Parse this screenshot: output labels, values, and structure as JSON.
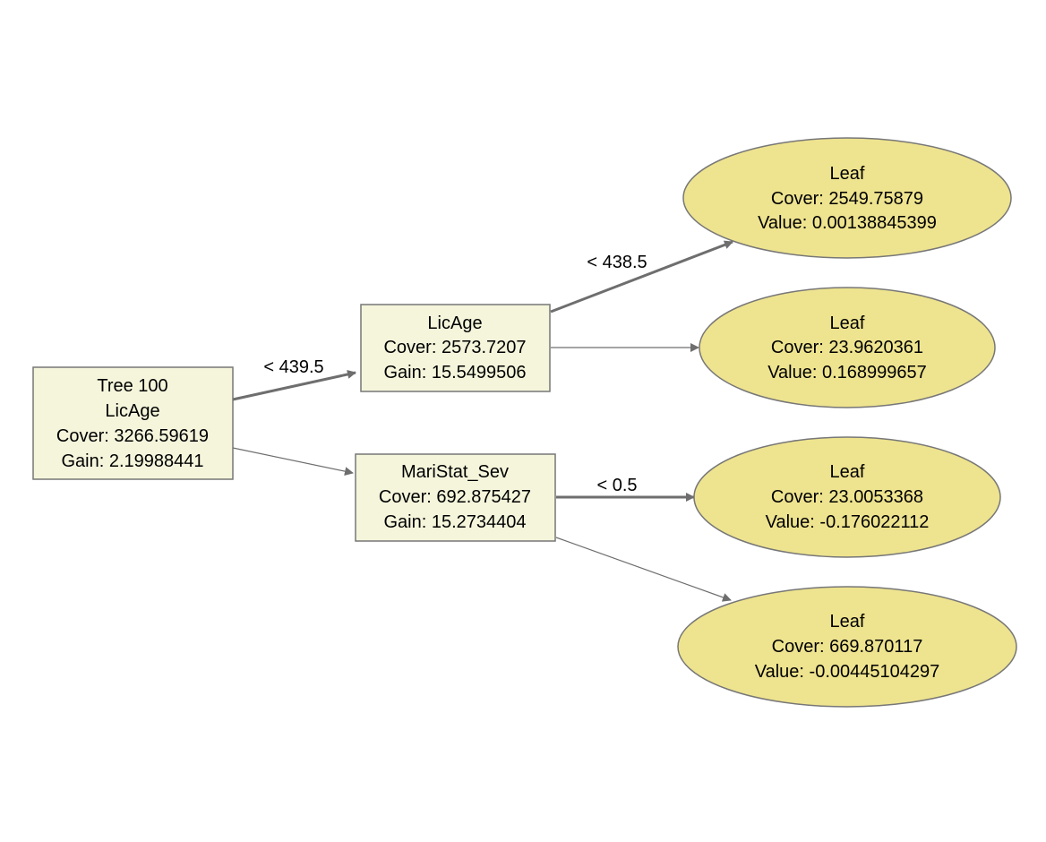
{
  "colors": {
    "split_fill": "#f5f5dc",
    "leaf_fill": "#eee38f",
    "stroke": "#777777",
    "edge": "#6e6e6e"
  },
  "nodes": {
    "root": {
      "lines": [
        "Tree 100",
        "LicAge",
        "Cover: 3266.59619",
        "Gain: 2.19988441"
      ]
    },
    "split_licage": {
      "lines": [
        "LicAge",
        "Cover: 2573.7207",
        "Gain: 15.5499506"
      ]
    },
    "split_maristat": {
      "lines": [
        "MariStat_Sev",
        "Cover: 692.875427",
        "Gain: 15.2734404"
      ]
    },
    "leaf_1": {
      "lines": [
        "Leaf",
        "Cover: 2549.75879",
        "Value: 0.00138845399"
      ]
    },
    "leaf_2": {
      "lines": [
        "Leaf",
        "Cover: 23.9620361",
        "Value: 0.168999657"
      ]
    },
    "leaf_3": {
      "lines": [
        "Leaf",
        "Cover: 23.0053368",
        "Value: -0.176022112"
      ]
    },
    "leaf_4": {
      "lines": [
        "Leaf",
        "Cover: 669.870117",
        "Value: -0.00445104297"
      ]
    }
  },
  "edges": {
    "root_to_licage": {
      "label": "< 439.5"
    },
    "root_to_maristat": {
      "label": ""
    },
    "licage_to_leaf1": {
      "label": "< 438.5"
    },
    "licage_to_leaf2": {
      "label": ""
    },
    "maristat_to_leaf3": {
      "label": "< 0.5"
    },
    "maristat_to_leaf4": {
      "label": ""
    }
  }
}
